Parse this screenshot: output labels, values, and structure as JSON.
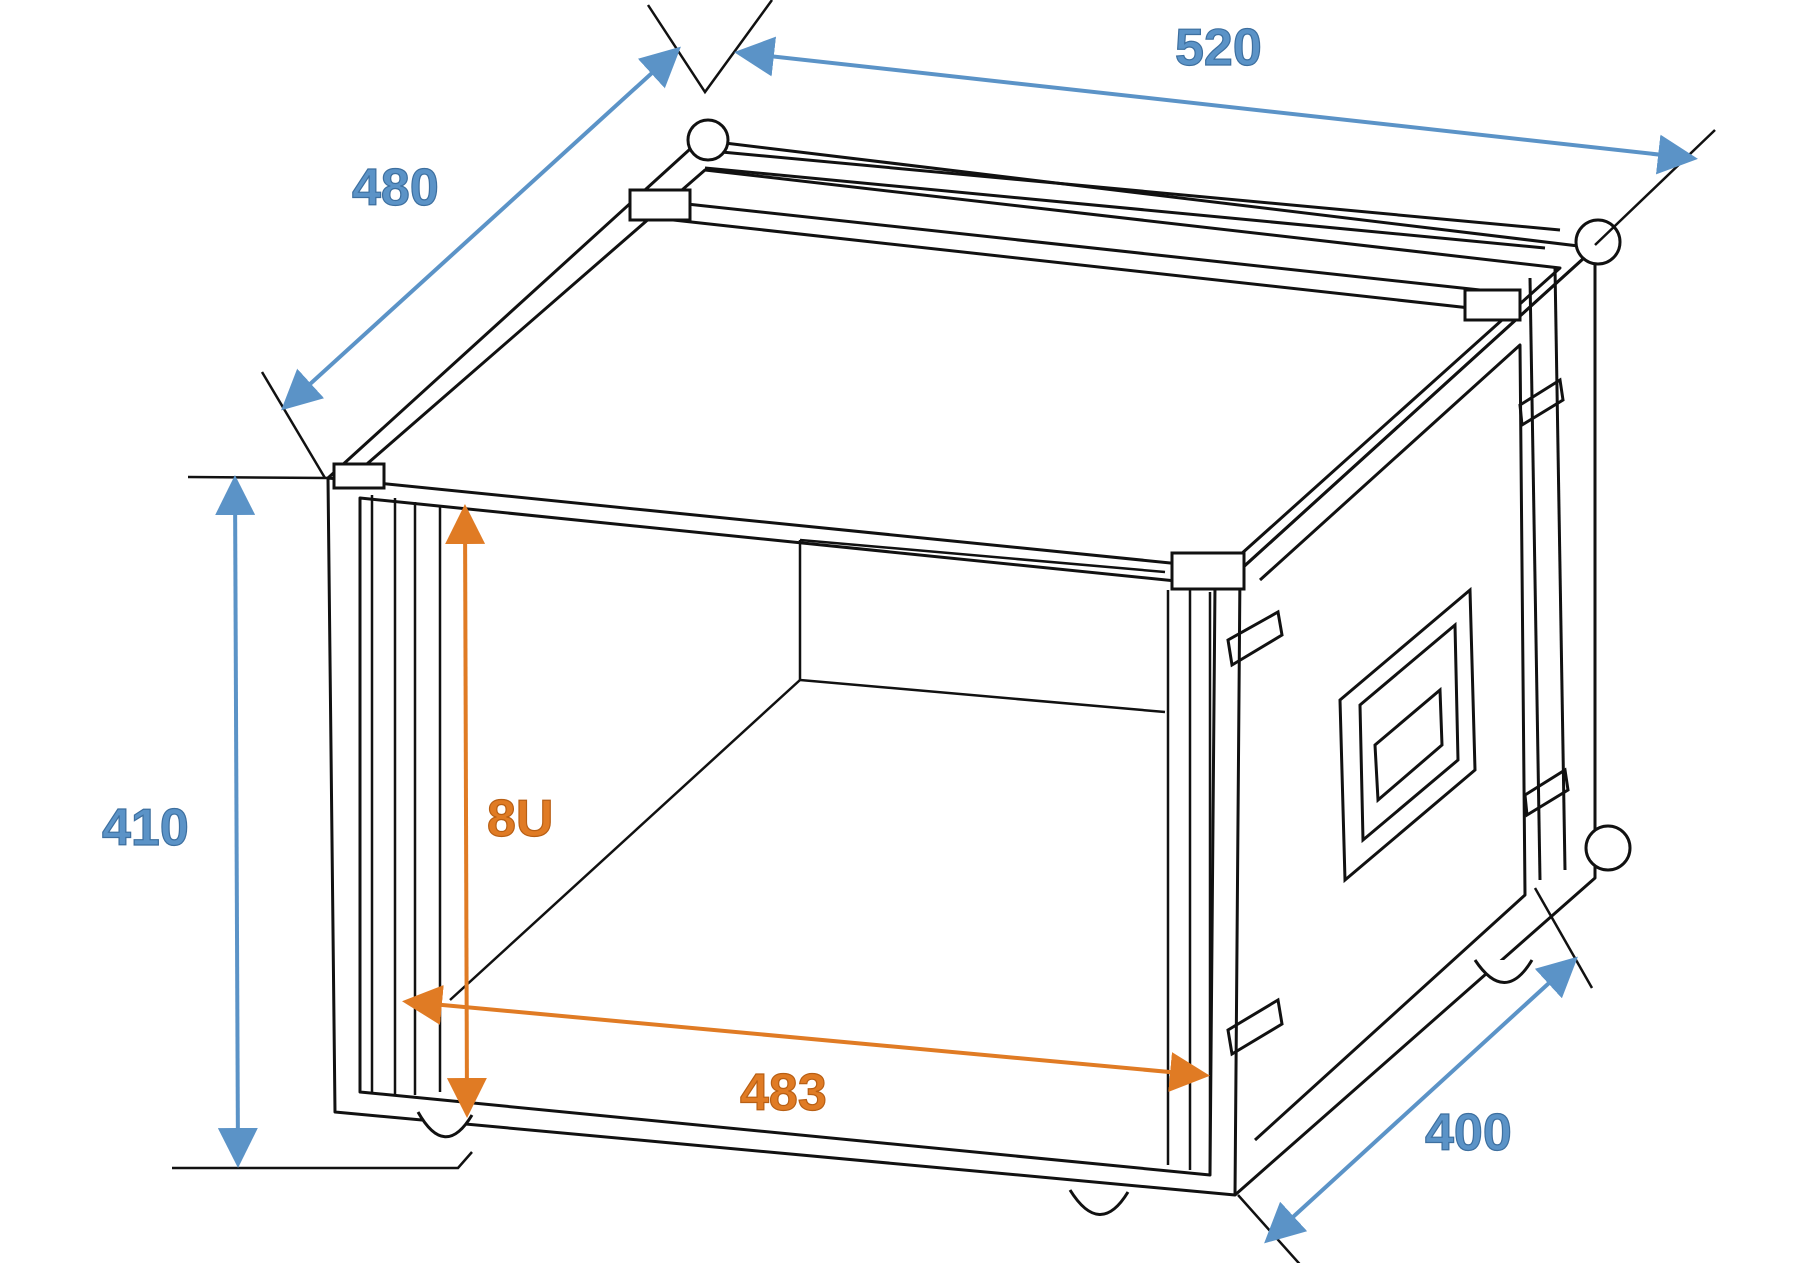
{
  "dimensions": {
    "width_520": "520",
    "depth_480": "480",
    "height_410": "410",
    "depth_400": "400",
    "rack_width_483": "483",
    "rack_units": "8U"
  },
  "colors": {
    "outline": "#111111",
    "blue": "#5b93c7",
    "orange": "#e07b24",
    "background": "#ffffff"
  }
}
